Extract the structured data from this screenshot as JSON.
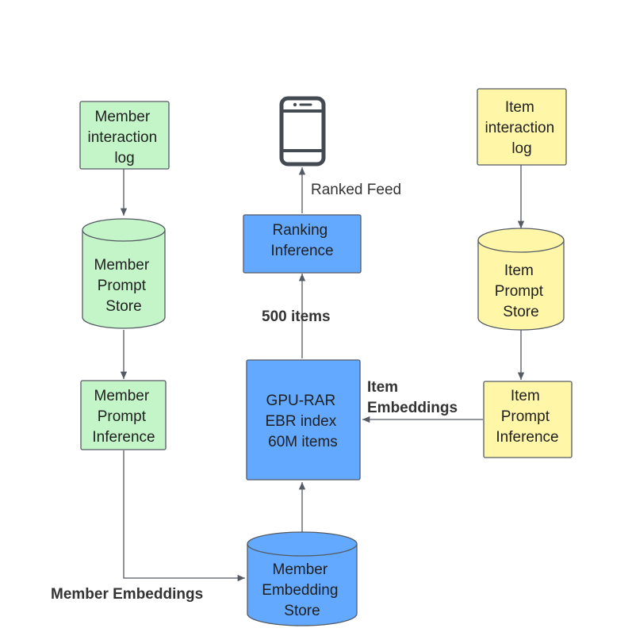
{
  "colors": {
    "green_fill": "#c4f5c9",
    "yellow_fill": "#fff6a8",
    "blue_fill": "#63a9ff",
    "stroke": "#555b63",
    "text": "#1f1f1f"
  },
  "nodes": {
    "member_interaction_log": {
      "lines": [
        "Member",
        "interaction",
        "log"
      ]
    },
    "member_prompt_store": {
      "lines": [
        "Member",
        "Prompt",
        "Store"
      ]
    },
    "member_prompt_inference": {
      "lines": [
        "Member",
        "Prompt",
        "Inference"
      ]
    },
    "item_interaction_log": {
      "lines": [
        "Item",
        "interaction",
        "log"
      ]
    },
    "item_prompt_store": {
      "lines": [
        "Item",
        "Prompt",
        "Store"
      ]
    },
    "item_prompt_inference": {
      "lines": [
        "Item",
        "Prompt",
        "Inference"
      ]
    },
    "ranking_inference": {
      "lines": [
        "Ranking",
        "Inference"
      ]
    },
    "gpu_rar_index": {
      "lines": [
        "GPU-RAR",
        "EBR index",
        "60M items"
      ]
    },
    "member_embedding_store": {
      "lines": [
        "Member",
        "Embedding",
        "Store"
      ]
    },
    "phone": {
      "icon": "phone-icon"
    }
  },
  "edge_labels": {
    "ranked_feed": "Ranked Feed",
    "items_500": "500 items",
    "item_embeddings": [
      "Item",
      "Embeddings"
    ],
    "member_embeddings": "Member Embeddings"
  }
}
